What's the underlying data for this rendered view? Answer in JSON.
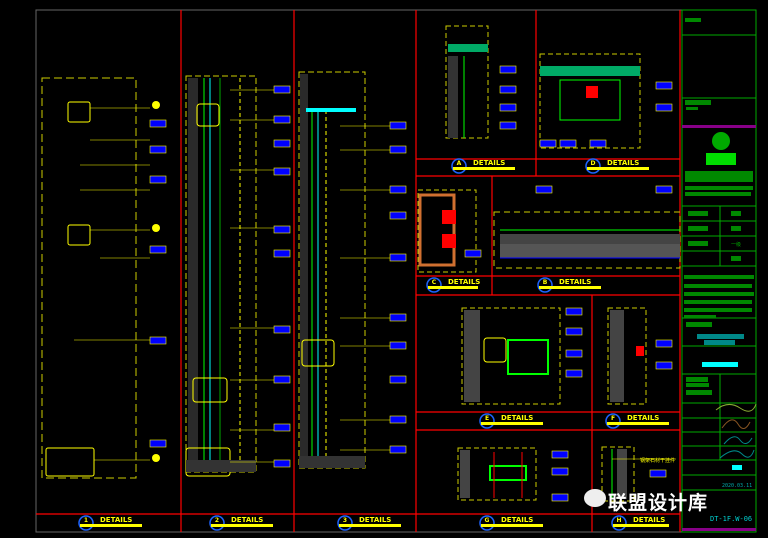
{
  "details": [
    {
      "id": "1",
      "title": "DETAILS"
    },
    {
      "id": "2",
      "title": "DETAILS"
    },
    {
      "id": "3",
      "title": "DETAILS"
    },
    {
      "id": "A",
      "title": "DETAILS"
    },
    {
      "id": "D",
      "title": "DETAILS"
    },
    {
      "id": "C",
      "title": "DETAILS"
    },
    {
      "id": "B",
      "title": "DETAILS"
    },
    {
      "id": "E",
      "title": "DETAILS"
    },
    {
      "id": "F",
      "title": "DETAILS"
    },
    {
      "id": "G",
      "title": "DETAILS"
    },
    {
      "id": "H",
      "title": "DETAILS"
    }
  ],
  "annotations": {
    "h_note": "钢架石材干挂件"
  },
  "title_block": {
    "grade": "一级",
    "date": "2020.03.11",
    "drawing_no": "DT-1F.W-06"
  },
  "watermark": "联盟设计库",
  "colors": {
    "frame": "#ff0000",
    "label": "#ffff00",
    "circle": "#1e64ff",
    "title_block": "#008000",
    "accent": "#00ffff"
  }
}
